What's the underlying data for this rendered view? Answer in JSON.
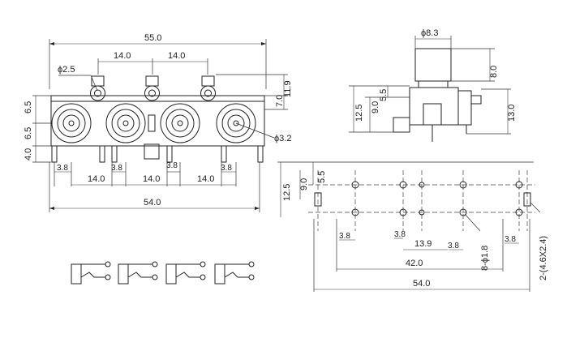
{
  "front_view": {
    "dim_total_width": "55.0",
    "dim_spacing_left": "14.0",
    "dim_spacing_right": "14.0",
    "dim_phi_small": "ϕ2.5",
    "dim_phi_large": "ϕ3.2",
    "dim_left_6_5_top": "6.5",
    "dim_left_6_5_mid": "6.5",
    "dim_left_4_0": "4.0",
    "dim_right_7_0": "7.0",
    "dim_right_11_9": "11.9",
    "dim_pin_3_8_a": "3.8",
    "dim_pin_3_8_b": "3.8",
    "dim_pin_3_8_c": "3.8",
    "dim_pin_3_8_d": "3.8",
    "dim_pitch_a": "14.0",
    "dim_pitch_b": "14.0",
    "dim_pitch_c": "14.0",
    "dim_base_width": "54.0"
  },
  "side_view": {
    "dim_phi_top": "ϕ8.3",
    "dim_8_0": "8.0",
    "dim_13_0": "13.0",
    "dim_5_5": "5.5",
    "dim_9_0": "9.0",
    "dim_12_5": "12.5"
  },
  "footprint": {
    "dim_5_5": "5.5",
    "dim_9_0": "9.0",
    "dim_12_5": "12.5",
    "dim_3_8_a": "3.8",
    "dim_3_8_b": "3.8",
    "dim_3_8_c": "3.8",
    "dim_3_8_d": "3.8",
    "dim_13_9": "13.9",
    "dim_holes": "8-ϕ1.8",
    "dim_slots": "2-(4.6X2.4)",
    "dim_42_0": "42.0",
    "dim_54_0": "54.0"
  }
}
